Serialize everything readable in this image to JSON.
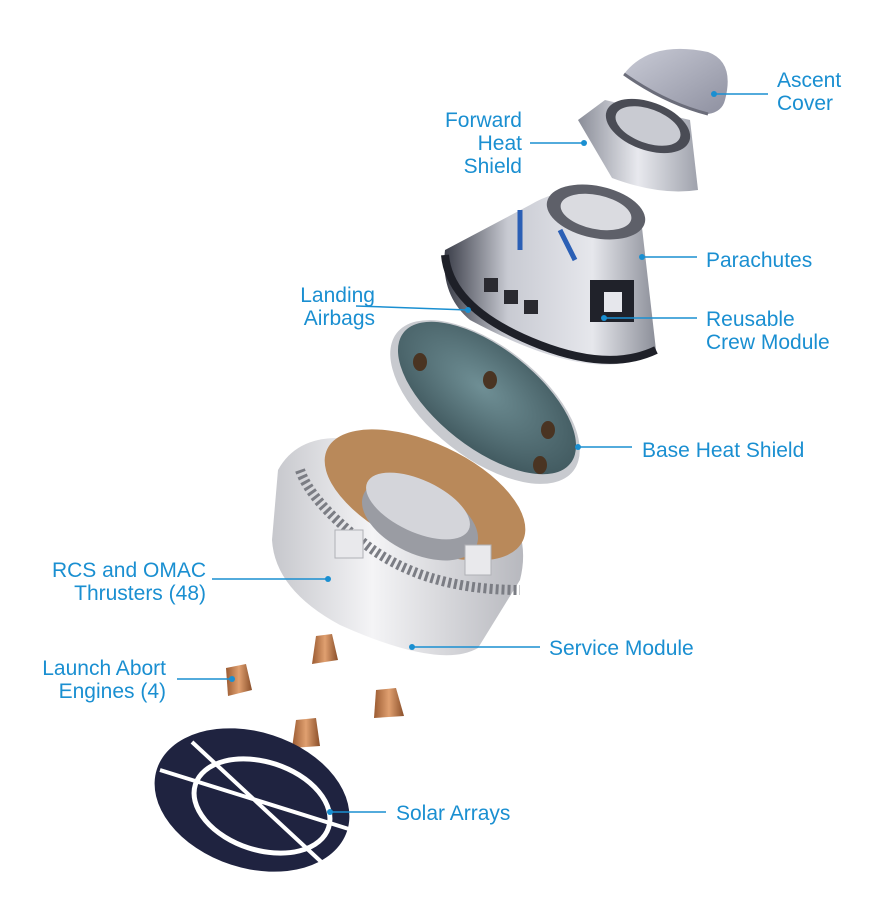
{
  "diagram": {
    "accent_color": "#1a8fd1",
    "labels": {
      "ascent_cover": [
        "Ascent",
        "Cover"
      ],
      "forward_heat_shield": [
        "Forward",
        "Heat",
        "Shield"
      ],
      "parachutes": [
        "Parachutes"
      ],
      "landing_airbags": [
        "Landing",
        "Airbags"
      ],
      "reusable_crew_module": [
        "Reusable",
        "Crew Module"
      ],
      "base_heat_shield": [
        "Base Heat Shield"
      ],
      "rcs_omac_thrusters": [
        "RCS and OMAC",
        "Thrusters (48)"
      ],
      "service_module": [
        "Service Module"
      ],
      "launch_abort_engines": [
        "Launch Abort",
        "Engines (4)"
      ],
      "solar_arrays": [
        "Solar Arrays"
      ]
    },
    "component_icons": [
      "ascent-cover-shape",
      "forward-heat-shield-shape",
      "crew-module-shape",
      "base-heat-shield-shape",
      "service-module-shape",
      "abort-engine-shape",
      "solar-array-shape"
    ]
  }
}
